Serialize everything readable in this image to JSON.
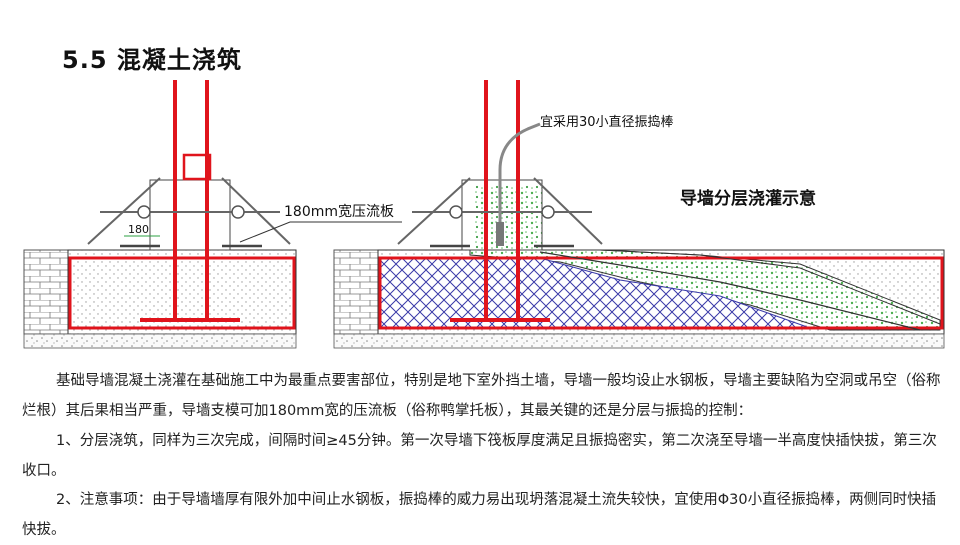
{
  "section_title": "5.5 混凝土浇筑",
  "diagram": {
    "label_180mm": "180mm宽压流板",
    "label_180": "180",
    "label_vibrator": "宜采用30小直径振捣棒",
    "label_layered": "导墙分层浇灌示意"
  },
  "paragraphs": {
    "p1": "基础导墙混凝土浇灌在基础施工中为最重点要害部位，特别是地下室外挡土墙，导墙一般均设止水钢板，导墙主要缺陷为空洞或吊空（俗称烂根）其后果相当严重，导墙支模可加180mm宽的压流板（俗称鸭掌托板），其最关键的还是分层与振捣的控制：",
    "p2": "1、分层浇筑，同样为三次完成，间隔时间≥45分钟。第一次导墙下筏板厚度满足且振捣密实，第二次浇至导墙一半高度快插快拔，第三次收口。",
    "p3": "2、注意事项：由于导墙墙厚有限外加中间止水钢板，振捣棒的威力易出现坍落混凝土流失较快，宜使用Φ30小直径振捣棒，两侧同时快插快拔。"
  },
  "colors": {
    "rebar": "#e0141c",
    "concrete_green": "#4caf50",
    "hatch_blue": "#3a3aa8"
  }
}
